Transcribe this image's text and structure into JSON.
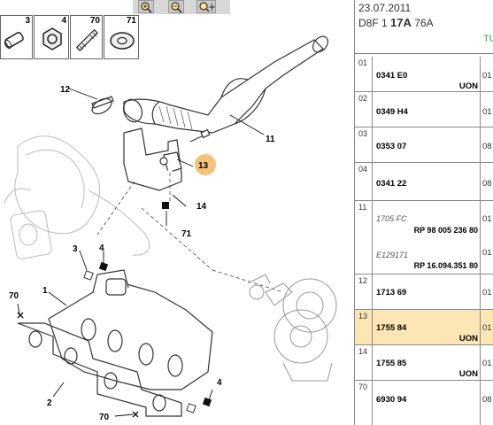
{
  "toolbar": {
    "zoom_in_icon": "zoom-in-icon",
    "zoom_out_icon": "zoom-out-icon",
    "pan_icon": "pan-zoom-icon"
  },
  "thumbnails": [
    {
      "label": "3"
    },
    {
      "label": "4"
    },
    {
      "label": "70"
    },
    {
      "label": "71"
    }
  ],
  "diagram": {
    "callouts": [
      "12",
      "11",
      "13",
      "14",
      "71",
      "3",
      "4",
      "1",
      "70",
      "2",
      "70",
      "4"
    ]
  },
  "header": {
    "date": "23.07.2011",
    "model_prefix": "D8F 1",
    "model_bold": "17A",
    "model_suffix": "76A",
    "tag": "TU"
  },
  "parts": [
    {
      "idx": "01",
      "ref": "0341 E0",
      "uon": "UON",
      "qty": "01"
    },
    {
      "idx": "02",
      "ref": "0349 H4",
      "uon": "",
      "qty": "01"
    },
    {
      "idx": "03",
      "ref": "0353 07",
      "uon": "",
      "qty": "08"
    },
    {
      "idx": "04",
      "ref": "0341 22",
      "uon": "",
      "qty": "08"
    },
    {
      "idx": "11",
      "ref": "",
      "uon": "",
      "qty": "01",
      "sub": [
        {
          "label": "1705 FC",
          "ref": "RP 98 005 236 80",
          "qty": "01"
        },
        {
          "label": "E129171",
          "ref": "RP 16.094.351 80",
          "qty": "01"
        }
      ]
    },
    {
      "idx": "12",
      "ref": "1713 69",
      "uon": "",
      "qty": "01"
    },
    {
      "idx": "13",
      "ref": "1755 84",
      "uon": "UON",
      "qty": "01",
      "highlight": true
    },
    {
      "idx": "14",
      "ref": "1755 85",
      "uon": "UON",
      "qty": "01"
    },
    {
      "idx": "70",
      "ref": "6930 94",
      "uon": "",
      "qty": "08"
    }
  ],
  "colors": {
    "highlight_row": "#fde6b6",
    "highlight_badge": "#f5c27a",
    "tag_green": "#3aa05a"
  }
}
